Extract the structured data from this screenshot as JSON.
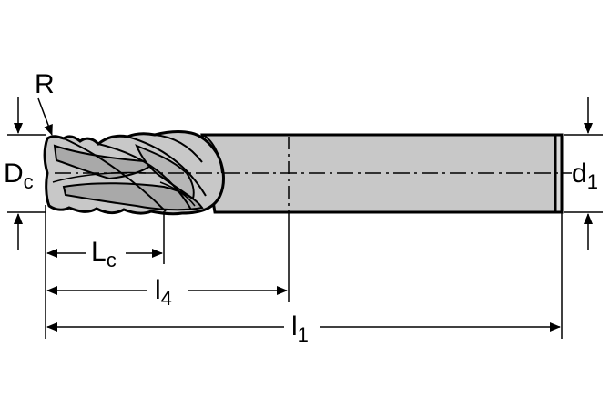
{
  "labels": {
    "radius": "R",
    "cutting_diameter": {
      "main": "D",
      "sub": "c"
    },
    "shank_diameter": {
      "main": "d",
      "sub": "1"
    },
    "cutting_length": {
      "main": "L",
      "sub": "c"
    },
    "length_4": {
      "main": "l",
      "sub": "4"
    },
    "overall_length": {
      "main": "l",
      "sub": "1"
    }
  },
  "colors": {
    "tool_body": "#c8c8c8",
    "flute_shade": "#a9a9a9",
    "outline": "#000000",
    "background": "#ffffff"
  }
}
